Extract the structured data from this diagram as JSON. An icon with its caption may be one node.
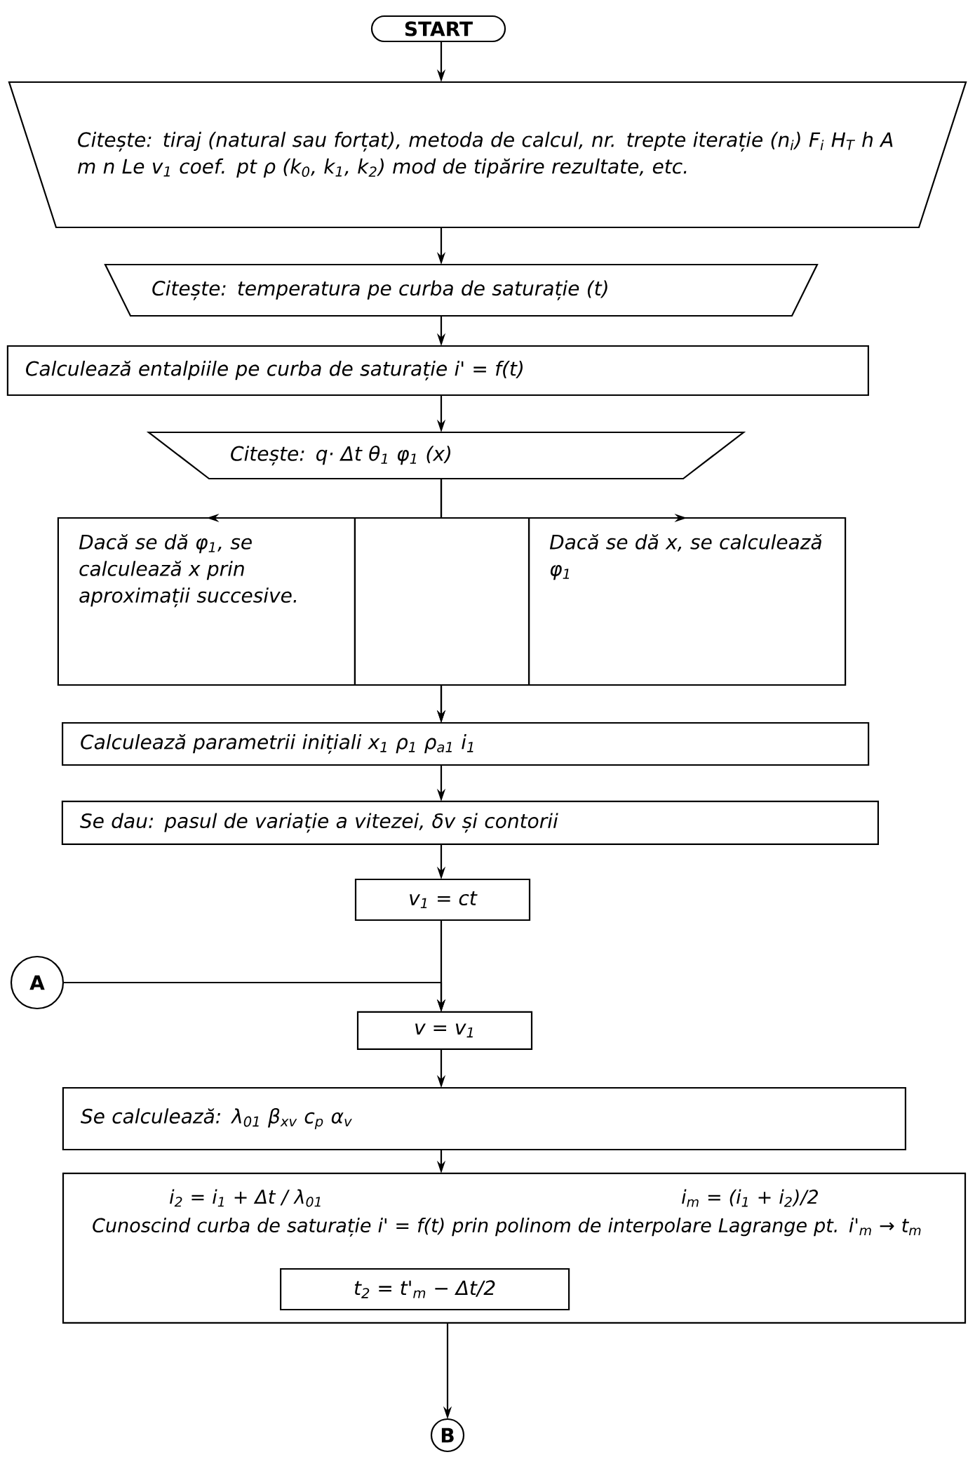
{
  "diagram": {
    "nodes": [
      {
        "text": [
          "START"
        ]
      },
      {
        "text": [
          "Citește: tiraj (natural sau forțat), metoda de calcul, nr. trepte iterație (n$_{i}$) F$_{i}$ H$_{T}$ h A m n Le v$_{1}$ coef. pt ρ (k$_{0}$, k$_{1}$, k$_{2}$) mod de tipărire rezultate, etc."
        ]
      },
      {
        "text": [
          "Citește: temperatura pe curba de saturație (t)"
        ]
      },
      {
        "text": [
          "Calculează entalpiile pe curba de saturație i' = f(t)"
        ]
      },
      {
        "text": [
          "Citește: q· Δt θ$_{1}$ φ$_{1}$ (x)"
        ]
      },
      {
        "text": [
          "Dacă se dă φ$_{1}$, se calculează x prin aproximații succesive."
        ]
      },
      {
        "text": [],
        "shape": "box"
      },
      {
        "text": [
          "Dacă se dă x, se calculează φ$_{1}$"
        ]
      },
      {
        "text": [
          "Calculează parametrii inițiali x$_{1}$ ρ$_{1}$ ρ$_{a1}$ i$_{1}$"
        ]
      },
      {
        "text": [
          "Se dau: pasul de variație a vitezei, δv și contorii"
        ]
      },
      {
        "text": [
          "v$_{1}$ = ct"
        ]
      },
      {
        "text": [
          "A"
        ]
      },
      {
        "text": [
          "v = v$_{1}$"
        ]
      },
      {
        "text": [
          "Se calculează: λ$_{01}$ β$_{xv}$ c$_{p}$ α$_{v}$"
        ]
      },
      {
        "text": [
          "i$_{2}$ = i$_{1}$ + Δt / λ$_{01}$",
          "i$_{m}$ = (i$_{1}$ + i$_{2}$)/2",
          "Cunoscind curba de saturație i' = f(t) prin polinom de interpolare Lagrange pt. i'$_{m}$ → t$_{m}$"
        ]
      },
      {
        "text": [
          "t$_{2}$ = t'$_{m}$ − Δt/2"
        ],
        "in": 14
      },
      {
        "text": [
          "B"
        ]
      }
    ],
    "edges": [
      {
        "from": 0,
        "to": 1,
        "arrow": "to"
      },
      {
        "from": 1,
        "to": 2,
        "arrow": "to"
      },
      {
        "from": 2,
        "to": 3,
        "arrow": "to"
      },
      {
        "from": 3,
        "to": 4,
        "arrow": "to"
      },
      {
        "from": 4,
        "to": 5,
        "arrow": "to"
      },
      {
        "from": 4,
        "to": 7,
        "arrow": "to"
      },
      {
        "from": 5,
        "to": 8,
        "arrow": "to"
      },
      {
        "from": 7,
        "to": 8,
        "arrow": "to"
      },
      {
        "from": 8,
        "to": 9,
        "arrow": "to"
      },
      {
        "from": 9,
        "to": 10,
        "arrow": "to"
      },
      {
        "from": 10,
        "to": 12,
        "arrow": "to"
      },
      {
        "from": 11,
        "to": 12,
        "arrow": "to"
      },
      {
        "from": 12,
        "to": 13,
        "arrow": "to"
      },
      {
        "from": 13,
        "to": 14,
        "arrow": "to"
      },
      {
        "from": 14,
        "to": 16,
        "arrow": "to"
      }
    ]
  }
}
